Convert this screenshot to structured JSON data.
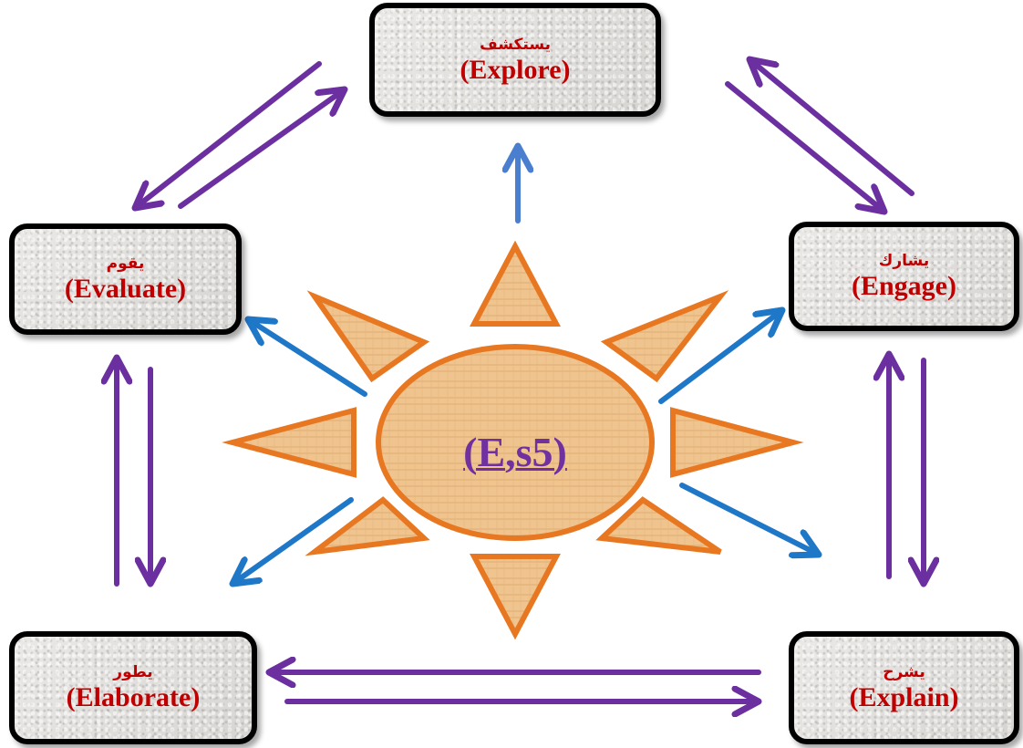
{
  "center": {
    "label": "(E,s5)"
  },
  "stages": {
    "explore": {
      "arabic": "يستكشف",
      "english": "(Explore)"
    },
    "engage": {
      "arabic": "يشارك",
      "english": "(Engage)"
    },
    "explain": {
      "arabic": "يشرح",
      "english": "(Explain)"
    },
    "elaborate": {
      "arabic": "يطور",
      "english": "(Elaborate)"
    },
    "evaluate": {
      "arabic": "يقوم",
      "english": "(Evaluate)"
    }
  },
  "colors": {
    "stage_text": "#c00000",
    "center_text": "#7030a0",
    "cycle_arrows": "#6b2fa0",
    "ray_arrows": "#1f77c8",
    "sun_outline": "#e87722",
    "sun_fill": "#f2c48f",
    "box_border": "#000000"
  }
}
